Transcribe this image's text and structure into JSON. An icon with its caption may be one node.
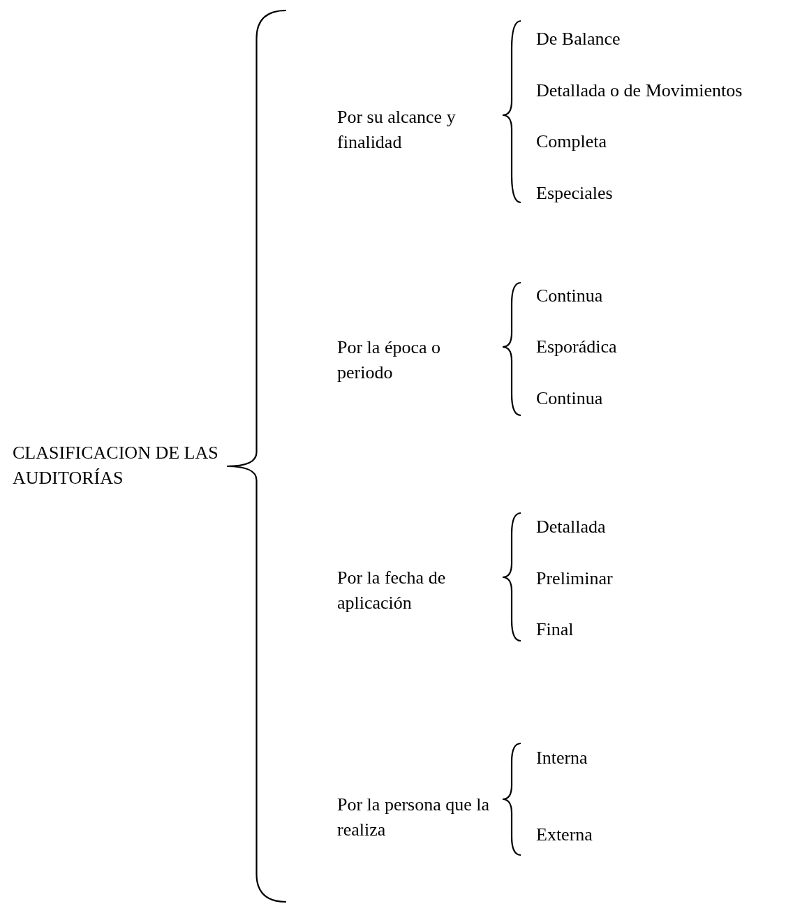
{
  "diagram": {
    "labels": [
      "CLASIFICACION DE LAS AUDITORÍAS",
      "Por su alcance y finalidad",
      "De Balance",
      "Detallada o de Movimientos",
      "Completa",
      "Especiales",
      "Por la época o periodo",
      "Continua",
      "Esporádica",
      "Continua",
      "Por la fecha de aplicación",
      "Detallada",
      "Preliminar",
      "Final",
      "Por la persona que la realiza",
      "Interna",
      "Externa"
    ]
  }
}
